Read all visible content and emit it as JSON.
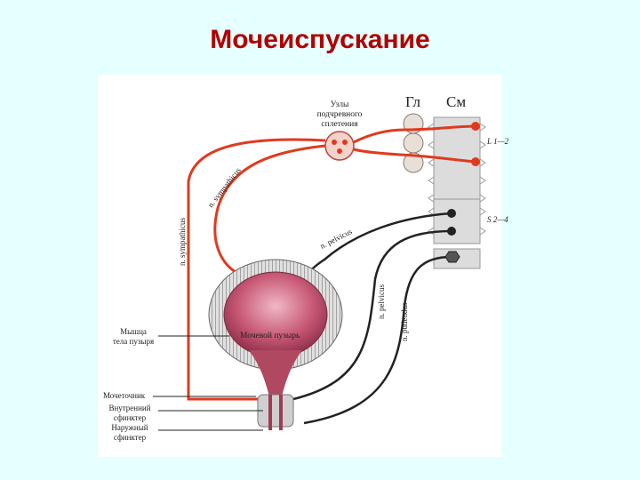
{
  "title": "Мочеиспускание",
  "colors": {
    "background": "#e6ffff",
    "title": "#b00000",
    "sympathetic": "#e03a1e",
    "parasympathetic": "#222222",
    "bladder": "#c0506a"
  },
  "labels": {
    "ganglia": [
      "Узлы",
      "подчревного",
      "сплетения"
    ],
    "gl": "Гл",
    "sm": "См",
    "seg_l": "L 1—2",
    "seg_s": "S 2—4",
    "n_symp_upper": "n. sympathicus",
    "n_symp_left": "n. sympathicus",
    "n_pelvicus_1": "n. pelvicus",
    "n_pelvicus_2": "n. pelvicus",
    "n_pudendus": "n. pudendus",
    "muscle": [
      "Мышца",
      "тела пузыря"
    ],
    "bladder": "Мочевой пузырь",
    "ureter": "Мочеточник",
    "internal": [
      "Внутренний",
      "сфинктер"
    ],
    "external": [
      "Наружный",
      "сфинктер"
    ]
  }
}
